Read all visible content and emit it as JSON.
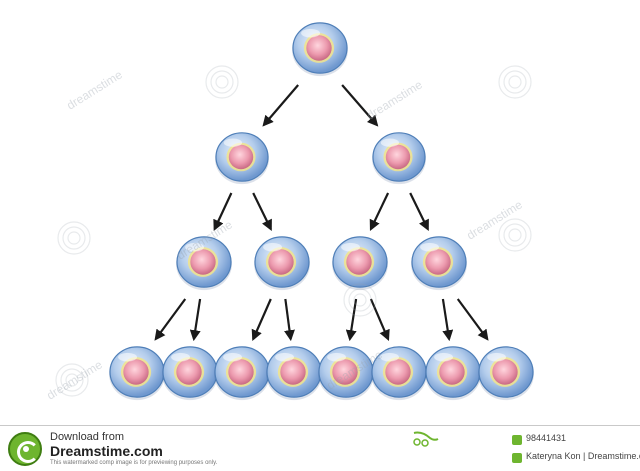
{
  "footer": {
    "download_line": "Download from",
    "site_name": "Dreamstime.com",
    "disclaimer": "This watermarked comp image is for previewing purposes only.",
    "image_id": "98441431",
    "credit": "Kateryna Kon | Dreamstime.com"
  },
  "watermark_text": "dreamstime",
  "colors": {
    "cell_membrane": "#8fb4de",
    "cell_rim": "#4f7fb8",
    "nucleus": "#e07f98",
    "nucleus_ring": "#f2e48a",
    "arrow": "#1a1a1a",
    "logo_green": "#6eb52f"
  },
  "diagram": {
    "generations": [
      1,
      2,
      4,
      8
    ]
  }
}
